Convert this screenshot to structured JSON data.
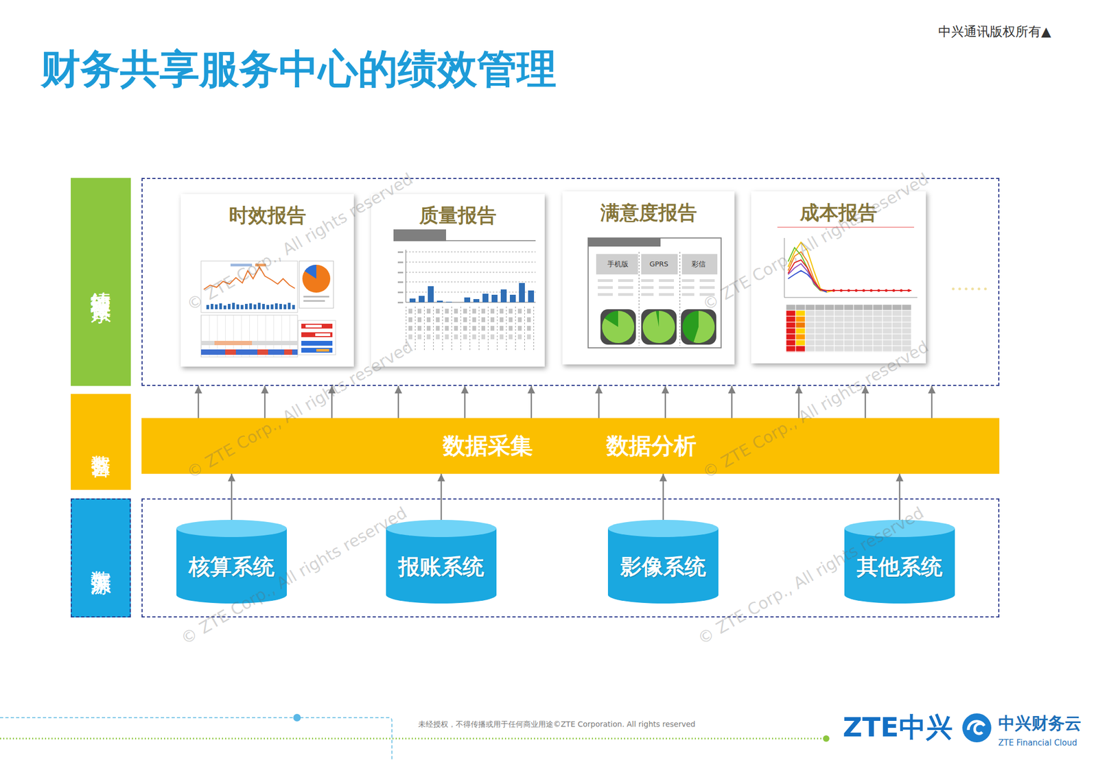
{
  "diagram": {
    "title": "财务共享服务中心的绩效管理",
    "nodes": [
      {
        "text": [
          "绩效管理报告体系"
        ]
      },
      {
        "text": []
      },
      {
        "text": [
          "时效报告"
        ],
        "in": 1
      },
      {
        "text": [
          "质量报告"
        ],
        "in": 1
      },
      {
        "text": [
          "满意度报告"
        ],
        "in": 1
      },
      {
        "text": [
          "成本报告"
        ],
        "in": 1
      },
      {
        "text": [
          "数据整合"
        ]
      },
      {
        "text": [
          "数据采集",
          "数据分析"
        ]
      },
      {
        "text": [
          "数据来源"
        ]
      },
      {
        "text": []
      },
      {
        "text": [
          "核算系统"
        ],
        "in": 9
      },
      {
        "text": [
          "报账系统"
        ],
        "in": 9
      },
      {
        "text": [
          "影像系统"
        ],
        "in": 9
      },
      {
        "text": [
          "其他系统"
        ],
        "in": 9
      }
    ],
    "edges": [
      {
        "from": 7,
        "to": 1,
        "arrow": "to"
      },
      {
        "from": 7,
        "to": 1,
        "arrow": "to"
      },
      {
        "from": 7,
        "to": 1,
        "arrow": "to"
      },
      {
        "from": 7,
        "to": 1,
        "arrow": "to"
      },
      {
        "from": 7,
        "to": 1,
        "arrow": "to"
      },
      {
        "from": 7,
        "to": 1,
        "arrow": "to"
      },
      {
        "from": 7,
        "to": 1,
        "arrow": "to"
      },
      {
        "from": 7,
        "to": 1,
        "arrow": "to"
      },
      {
        "from": 7,
        "to": 1,
        "arrow": "to"
      },
      {
        "from": 7,
        "to": 1,
        "arrow": "to"
      },
      {
        "from": 7,
        "to": 1,
        "arrow": "to"
      },
      {
        "from": 7,
        "to": 1,
        "arrow": "to"
      },
      {
        "from": 10,
        "to": 7,
        "arrow": "to"
      },
      {
        "from": 11,
        "to": 7,
        "arrow": "to"
      },
      {
        "from": 12,
        "to": 7,
        "arrow": "to"
      },
      {
        "from": 13,
        "to": 7,
        "arrow": "to"
      }
    ],
    "labels": [
      "中兴通讯版权所有▲",
      "手机版",
      "GPRS",
      "彩信",
      "© ZTE Corp., All rights reserved",
      "© ZTE Corp., All rights reserved",
      "© ZTE Corp., All rights reserved",
      "© ZTE Corp., All rights reserved",
      "© ZTE Corp., All rights reserved",
      "© ZTE Corp., All rights reserved",
      "未经授权，不得传播或用于任何商业用途©ZTE Corporation. All rights reserved",
      "ZTE中兴",
      "中兴财务云",
      "ZTE Financial Cloud"
    ]
  }
}
